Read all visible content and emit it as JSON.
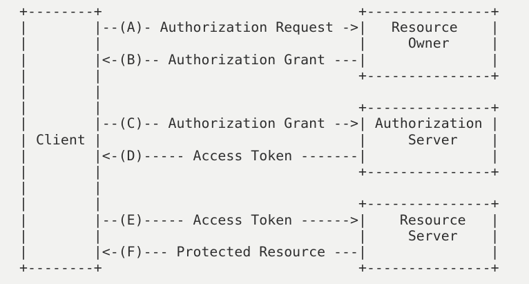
{
  "page": {
    "background_color": "#f2f2f0",
    "text_color": "#2e2e2e"
  },
  "diagram": {
    "kind": "ascii-flow-diagram",
    "lines": [
      "+--------+                               +---------------+",
      "|        |--(A)- Authorization Request ->|   Resource    |",
      "|        |                               |     Owner     |",
      "|        |<-(B)-- Authorization Grant ---|               |",
      "|        |                               +---------------+",
      "|        |",
      "|        |                               +---------------+",
      "|        |--(C)-- Authorization Grant -->| Authorization |",
      "| Client |                               |     Server    |",
      "|        |<-(D)----- Access Token -------|               |",
      "|        |                               +---------------+",
      "|        |",
      "|        |                               +---------------+",
      "|        |--(E)----- Access Token ------>|    Resource   |",
      "|        |                               |     Server    |",
      "|        |<-(F)--- Protected Resource ---|               |",
      "+--------+                               +---------------+"
    ],
    "entities": {
      "client": "Client",
      "resource_owner": "Resource Owner",
      "authorization_server": "Authorization Server",
      "resource_server": "Resource Server"
    },
    "steps": [
      {
        "id": "(A)",
        "label": "Authorization Request",
        "from": "Client",
        "to": "Resource Owner"
      },
      {
        "id": "(B)",
        "label": "Authorization Grant",
        "from": "Resource Owner",
        "to": "Client"
      },
      {
        "id": "(C)",
        "label": "Authorization Grant",
        "from": "Client",
        "to": "Authorization Server"
      },
      {
        "id": "(D)",
        "label": "Access Token",
        "from": "Authorization Server",
        "to": "Client"
      },
      {
        "id": "(E)",
        "label": "Access Token",
        "from": "Client",
        "to": "Resource Server"
      },
      {
        "id": "(F)",
        "label": "Protected Resource",
        "from": "Resource Server",
        "to": "Client"
      }
    ]
  }
}
